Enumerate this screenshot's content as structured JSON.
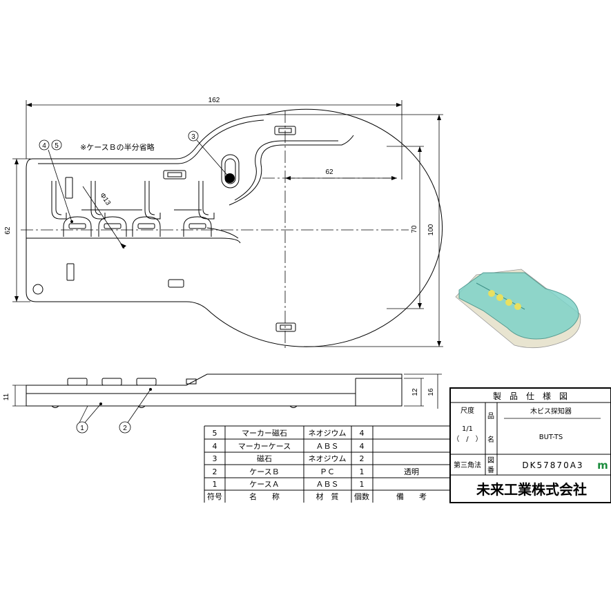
{
  "drawing": {
    "note": "※ケースＢの半分省略",
    "dimensions": {
      "overall_width": "162",
      "right_width": "62",
      "left_height": "62",
      "right_inner_height": "70",
      "right_outer_height": "100",
      "hole_diameter": "Φ13",
      "side_height_left": "11",
      "side_height_right_inner": "12",
      "side_height_right_outer": "16"
    },
    "balloons": [
      "①",
      "②",
      "③",
      "④",
      "⑤"
    ]
  },
  "bom": {
    "headers": {
      "no": "符号",
      "name": "名　　称",
      "material": "材　質",
      "qty": "個数",
      "remarks": "備　　考"
    },
    "rows": [
      {
        "no": "5",
        "name": "マーカー磁石",
        "material": "ネオジウム",
        "qty": "4",
        "remarks": ""
      },
      {
        "no": "4",
        "name": "マーカーケース",
        "material": "ＡＢＳ",
        "qty": "4",
        "remarks": ""
      },
      {
        "no": "3",
        "name": "磁石",
        "material": "ネオジウム",
        "qty": "2",
        "remarks": ""
      },
      {
        "no": "2",
        "name": "ケースＢ",
        "material": "ＰＣ",
        "qty": "1",
        "remarks": "透明"
      },
      {
        "no": "1",
        "name": "ケースＡ",
        "material": "ＡＢＳ",
        "qty": "1",
        "remarks": ""
      }
    ]
  },
  "title_block": {
    "heading": "製　品　仕　様　図",
    "scale_label": "尺度",
    "scale_value": "1/1",
    "scale_sub": "（　/　）",
    "product_label_1": "品",
    "product_label_2": "名",
    "product_name": "木ビス探知器",
    "product_code": "BUT-TS",
    "projection": "第三角法",
    "drawing_no_label_1": "図",
    "drawing_no_label_2": "番",
    "drawing_no": "DK57870A3",
    "logo_letter": "m",
    "company": "未来工業株式会社"
  },
  "colors": {
    "line": "#000000",
    "logo": "#1a8c3c",
    "render_body": "#7fd3c8",
    "render_base": "#e8e4d0",
    "render_marker": "#e8e060"
  }
}
